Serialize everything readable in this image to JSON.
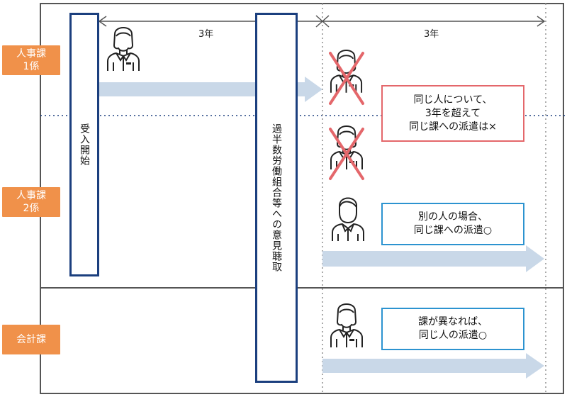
{
  "departments": {
    "hr1": [
      "人事課",
      "1係"
    ],
    "hr2": [
      "人事課",
      "2係"
    ],
    "accounting": [
      "会計課"
    ]
  },
  "periods": {
    "first": "3年",
    "second": "3年"
  },
  "bars": {
    "start": "受入開始",
    "hearing": "過半数労働組合等への意見聴取"
  },
  "notes": {
    "same_person": [
      "同じ人について、",
      "3年を超えて",
      "同じ課への派遣は×"
    ],
    "other_person": [
      "別の人の場合、",
      "同じ課への派遣○"
    ],
    "other_section": [
      "課が異なれば、",
      "同じ人の派遣○"
    ]
  },
  "colors": {
    "department": "#F0914A",
    "bar_border": "#1B3F7E",
    "arrow": "#C9D8E8",
    "ng_cross": "#E4676B",
    "note_ng": "#E4676B",
    "note_ok": "#2C93D0"
  },
  "icons": [
    "female-worker-icon",
    "male-worker-icon",
    "cross-mark-icon"
  ]
}
